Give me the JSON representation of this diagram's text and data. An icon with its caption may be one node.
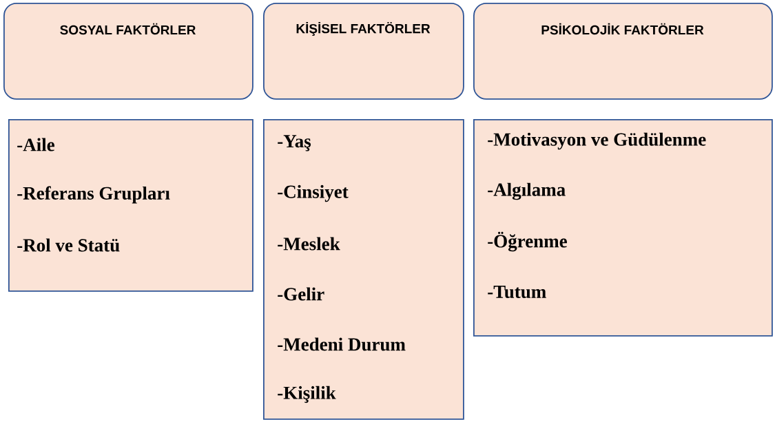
{
  "diagram": {
    "nodes": [
      {
        "text": [
          "SOSYAL FAKTÖRLER"
        ]
      },
      {
        "text": [
          "KİŞİSEL FAKTÖRLER"
        ]
      },
      {
        "text": [
          "PSİKOLOJİK FAKTÖRLER"
        ]
      },
      {
        "text": [
          "-Aile",
          "-Referans Grupları",
          "-Rol ve Statü"
        ]
      },
      {
        "text": [
          "-Yaş",
          "-Cinsiyet",
          "-Meslek",
          "-Gelir",
          "-Medeni Durum",
          "-Kişilik"
        ]
      },
      {
        "text": [
          "-Motivasyon ve Güdülenme",
          "-Algılama",
          "-Öğrenme",
          "-Tutum"
        ]
      }
    ]
  }
}
